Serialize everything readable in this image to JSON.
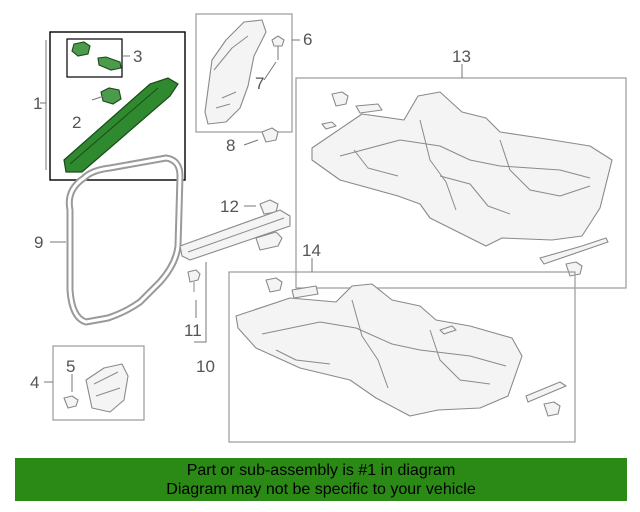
{
  "callouts": {
    "c1": "1",
    "c2": "2",
    "c3": "3",
    "c4": "4",
    "c5": "5",
    "c6": "6",
    "c7": "7",
    "c8": "8",
    "c9": "9",
    "c10": "10",
    "c11": "11",
    "c12": "12",
    "c13": "13",
    "c14": "14"
  },
  "banner": {
    "line1": "Part or sub-assembly is #1 in diagram",
    "line2": "Diagram may not be specific to your vehicle"
  },
  "colors": {
    "highlight": "#2f8a2f",
    "banner": "#2b8a16",
    "line": "#8a8a8a"
  }
}
